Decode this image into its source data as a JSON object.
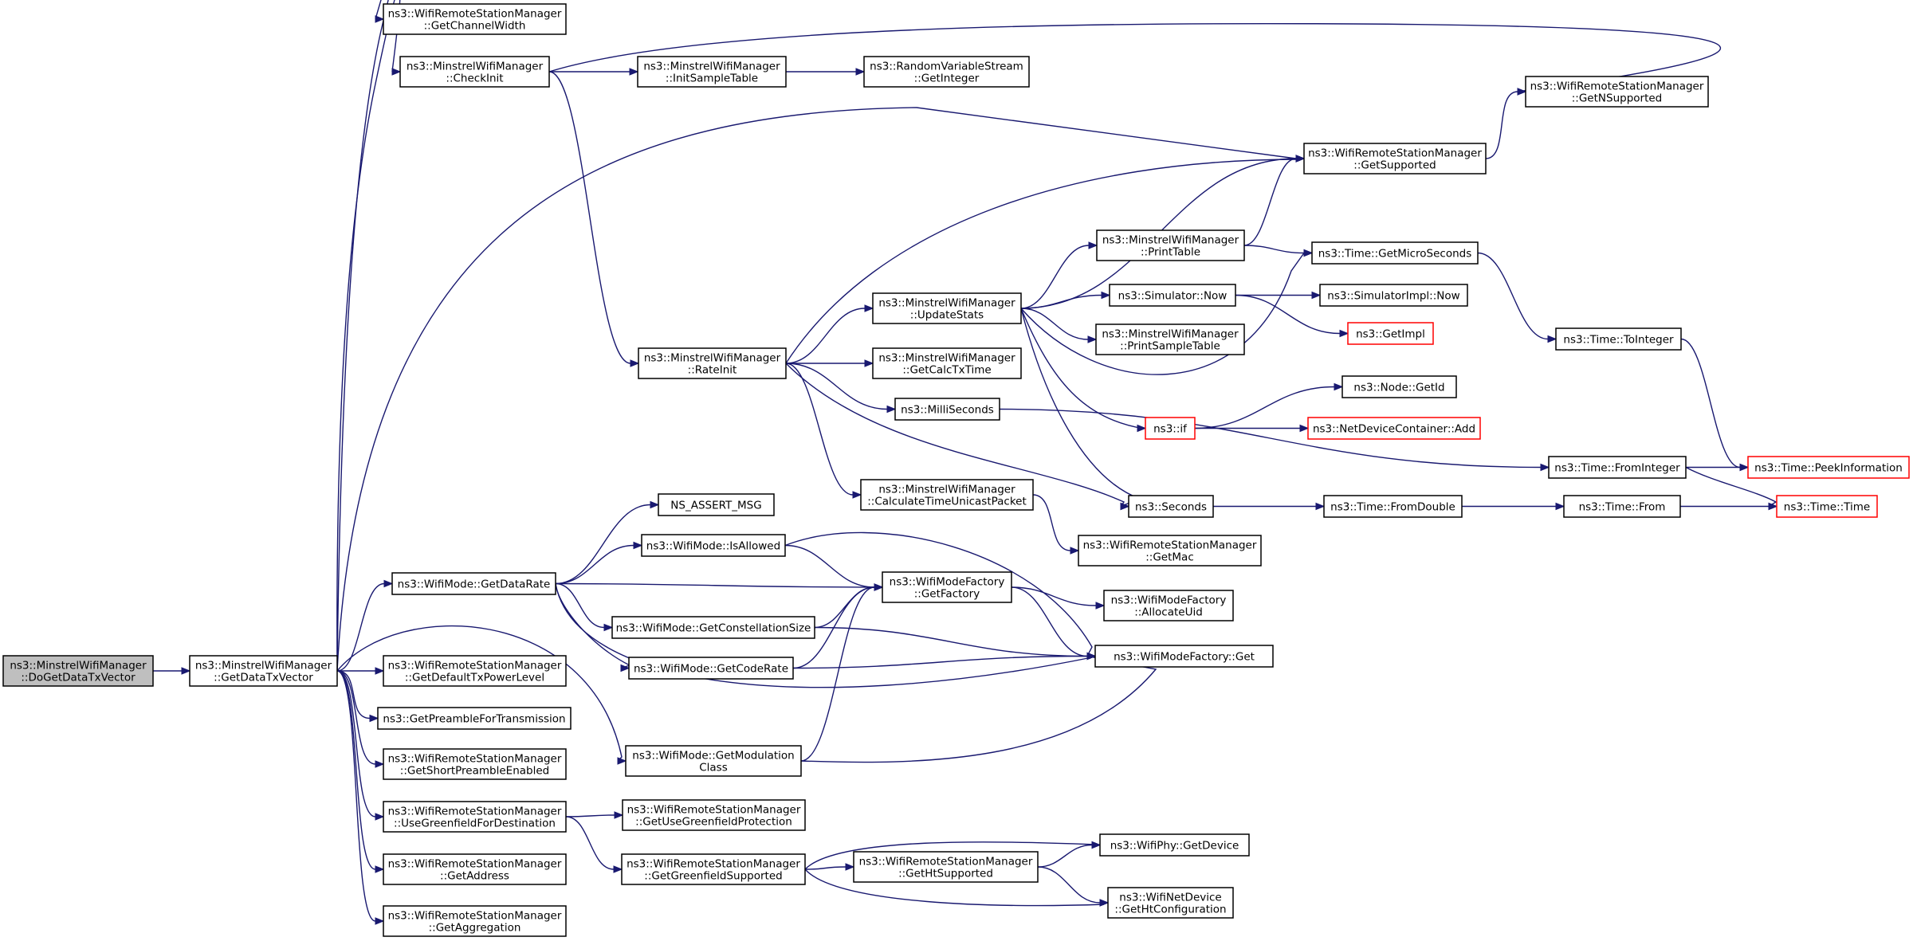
{
  "graph": {
    "title": "",
    "colors": {
      "edge": "#191970",
      "root_fill": "#bfbfbf",
      "node_fill": "#ffffff",
      "node_border": "#000000",
      "truncated_border": "#ff0000"
    },
    "nodes": [
      {
        "id": "root",
        "lines": [
          "ns3::MinstrelWifiManager",
          "::DoGetDataTxVector"
        ],
        "root": true
      },
      {
        "id": "getDataTx",
        "lines": [
          "ns3::MinstrelWifiManager",
          "::GetDataTxVector"
        ]
      },
      {
        "id": "getChanW",
        "lines": [
          "ns3::WifiRemoteStationManager",
          "::GetChannelWidth"
        ]
      },
      {
        "id": "checkInit",
        "lines": [
          "ns3::MinstrelWifiManager",
          "::CheckInit"
        ]
      },
      {
        "id": "initSample",
        "lines": [
          "ns3::MinstrelWifiManager",
          "::InitSampleTable"
        ]
      },
      {
        "id": "randGetInt",
        "lines": [
          "ns3::RandomVariableStream",
          "::GetInteger"
        ]
      },
      {
        "id": "getNSup",
        "lines": [
          "ns3::WifiRemoteStationManager",
          "::GetNSupported"
        ]
      },
      {
        "id": "getSup",
        "lines": [
          "ns3::WifiRemoteStationManager",
          "::GetSupported"
        ]
      },
      {
        "id": "printTable",
        "lines": [
          "ns3::MinstrelWifiManager",
          "::PrintTable"
        ]
      },
      {
        "id": "getMicro",
        "lines": [
          "ns3::Time::GetMicroSeconds"
        ]
      },
      {
        "id": "updStats",
        "lines": [
          "ns3::MinstrelWifiManager",
          "::UpdateStats"
        ]
      },
      {
        "id": "simNow",
        "lines": [
          "ns3::Simulator::Now"
        ]
      },
      {
        "id": "simImplNow",
        "lines": [
          "ns3::SimulatorImpl::Now"
        ]
      },
      {
        "id": "getImpl",
        "lines": [
          "ns3::GetImpl"
        ],
        "truncated": true
      },
      {
        "id": "printSample",
        "lines": [
          "ns3::MinstrelWifiManager",
          "::PrintSampleTable"
        ]
      },
      {
        "id": "toInteger",
        "lines": [
          "ns3::Time::ToInteger"
        ]
      },
      {
        "id": "rateInit",
        "lines": [
          "ns3::MinstrelWifiManager",
          "::RateInit"
        ]
      },
      {
        "id": "calcTx",
        "lines": [
          "ns3::MinstrelWifiManager",
          "::GetCalcTxTime"
        ]
      },
      {
        "id": "nodeGetId",
        "lines": [
          "ns3::Node::GetId"
        ]
      },
      {
        "id": "milli",
        "lines": [
          "ns3::MilliSeconds"
        ]
      },
      {
        "id": "nsif",
        "lines": [
          "ns3::if"
        ],
        "truncated": true
      },
      {
        "id": "ndcAdd",
        "lines": [
          "ns3::NetDeviceContainer::Add"
        ],
        "truncated": true
      },
      {
        "id": "fromInt",
        "lines": [
          "ns3::Time::FromInteger"
        ]
      },
      {
        "id": "peekInfo",
        "lines": [
          "ns3::Time::PeekInformation"
        ],
        "truncated": true
      },
      {
        "id": "calcUni",
        "lines": [
          "ns3::MinstrelWifiManager",
          "::CalculateTimeUnicastPacket"
        ]
      },
      {
        "id": "seconds",
        "lines": [
          "ns3::Seconds"
        ]
      },
      {
        "id": "fromDouble",
        "lines": [
          "ns3::Time::FromDouble"
        ]
      },
      {
        "id": "timeFrom",
        "lines": [
          "ns3::Time::From"
        ]
      },
      {
        "id": "timeTime",
        "lines": [
          "ns3::Time::Time"
        ],
        "truncated": true
      },
      {
        "id": "nsAssert",
        "lines": [
          "NS_ASSERT_MSG"
        ]
      },
      {
        "id": "getMac",
        "lines": [
          "ns3::WifiRemoteStationManager",
          "::GetMac"
        ]
      },
      {
        "id": "isAllowed",
        "lines": [
          "ns3::WifiMode::IsAllowed"
        ]
      },
      {
        "id": "getDataRate",
        "lines": [
          "ns3::WifiMode::GetDataRate"
        ]
      },
      {
        "id": "getFactory",
        "lines": [
          "ns3::WifiModeFactory",
          "::GetFactory"
        ]
      },
      {
        "id": "allocUid",
        "lines": [
          "ns3::WifiModeFactory",
          "::AllocateUid"
        ]
      },
      {
        "id": "getConst",
        "lines": [
          "ns3::WifiMode::GetConstellationSize"
        ]
      },
      {
        "id": "factGet",
        "lines": [
          "ns3::WifiModeFactory::Get"
        ]
      },
      {
        "id": "getCodeRate",
        "lines": [
          "ns3::WifiMode::GetCodeRate"
        ]
      },
      {
        "id": "getDefPow",
        "lines": [
          "ns3::WifiRemoteStationManager",
          "::GetDefaultTxPowerLevel"
        ]
      },
      {
        "id": "getPreamble",
        "lines": [
          "ns3::GetPreambleForTransmission"
        ]
      },
      {
        "id": "getModClass",
        "lines": [
          "ns3::WifiMode::GetModulation",
          "Class"
        ]
      },
      {
        "id": "getShortPre",
        "lines": [
          "ns3::WifiRemoteStationManager",
          "::GetShortPreambleEnabled"
        ]
      },
      {
        "id": "useGreen",
        "lines": [
          "ns3::WifiRemoteStationManager",
          "::UseGreenfieldForDestination"
        ]
      },
      {
        "id": "getUseGreenProt",
        "lines": [
          "ns3::WifiRemoteStationManager",
          "::GetUseGreenfieldProtection"
        ]
      },
      {
        "id": "getGreenSup",
        "lines": [
          "ns3::WifiRemoteStationManager",
          "::GetGreenfieldSupported"
        ]
      },
      {
        "id": "getHtSup",
        "lines": [
          "ns3::WifiRemoteStationManager",
          "::GetHtSupported"
        ]
      },
      {
        "id": "phyGetDev",
        "lines": [
          "ns3::WifiPhy::GetDevice"
        ]
      },
      {
        "id": "getHtConf",
        "lines": [
          "ns3::WifiNetDevice",
          "::GetHtConfiguration"
        ]
      },
      {
        "id": "getAddress",
        "lines": [
          "ns3::WifiRemoteStationManager",
          "::GetAddress"
        ]
      },
      {
        "id": "getAggr",
        "lines": [
          "ns3::WifiRemoteStationManager",
          "::GetAggregation"
        ]
      }
    ],
    "edges": [
      [
        "root",
        "getDataTx"
      ],
      [
        "getDataTx",
        "getChanW"
      ],
      [
        "getDataTx",
        "checkInit"
      ],
      [
        "getDataTx",
        "getSup"
      ],
      [
        "getDataTx",
        "getDataRate"
      ],
      [
        "getDataTx",
        "getModClass"
      ],
      [
        "getDataTx",
        "getDefPow"
      ],
      [
        "getDataTx",
        "getPreamble"
      ],
      [
        "getDataTx",
        "getShortPre"
      ],
      [
        "getDataTx",
        "useGreen"
      ],
      [
        "getDataTx",
        "getAddress"
      ],
      [
        "getDataTx",
        "getAggr"
      ],
      [
        "checkInit",
        "initSample"
      ],
      [
        "checkInit",
        "getNSup"
      ],
      [
        "checkInit",
        "rateInit"
      ],
      [
        "initSample",
        "randGetInt"
      ],
      [
        "getSup",
        "getNSup"
      ],
      [
        "rateInit",
        "getSup"
      ],
      [
        "rateInit",
        "updStats"
      ],
      [
        "rateInit",
        "calcTx"
      ],
      [
        "rateInit",
        "milli"
      ],
      [
        "rateInit",
        "calcUni"
      ],
      [
        "rateInit",
        "seconds"
      ],
      [
        "updStats",
        "getSup"
      ],
      [
        "updStats",
        "printTable"
      ],
      [
        "updStats",
        "simNow"
      ],
      [
        "updStats",
        "printSample"
      ],
      [
        "updStats",
        "getMicro"
      ],
      [
        "updStats",
        "nsif"
      ],
      [
        "updStats",
        "seconds"
      ],
      [
        "printTable",
        "getSup"
      ],
      [
        "printTable",
        "getMicro"
      ],
      [
        "simNow",
        "simImplNow"
      ],
      [
        "simNow",
        "getImpl"
      ],
      [
        "getMicro",
        "toInteger"
      ],
      [
        "toInteger",
        "peekInfo"
      ],
      [
        "nsif",
        "nodeGetId"
      ],
      [
        "nsif",
        "ndcAdd"
      ],
      [
        "milli",
        "fromInt"
      ],
      [
        "fromInt",
        "peekInfo"
      ],
      [
        "fromInt",
        "timeTime"
      ],
      [
        "seconds",
        "fromDouble"
      ],
      [
        "fromDouble",
        "timeFrom"
      ],
      [
        "timeFrom",
        "timeTime"
      ],
      [
        "calcUni",
        "getMac"
      ],
      [
        "getDataRate",
        "nsAssert"
      ],
      [
        "getDataRate",
        "isAllowed"
      ],
      [
        "getDataRate",
        "getFactory"
      ],
      [
        "getDataRate",
        "getConst"
      ],
      [
        "getDataRate",
        "getCodeRate"
      ],
      [
        "getDataRate",
        "factGet"
      ],
      [
        "isAllowed",
        "getFactory"
      ],
      [
        "isAllowed",
        "factGet"
      ],
      [
        "getConst",
        "getFactory"
      ],
      [
        "getConst",
        "factGet"
      ],
      [
        "getCodeRate",
        "getFactory"
      ],
      [
        "getCodeRate",
        "factGet"
      ],
      [
        "getFactory",
        "allocUid"
      ],
      [
        "getFactory",
        "factGet"
      ],
      [
        "getModClass",
        "getFactory"
      ],
      [
        "getModClass",
        "factGet"
      ],
      [
        "useGreen",
        "getUseGreenProt"
      ],
      [
        "useGreen",
        "getGreenSup"
      ],
      [
        "getGreenSup",
        "getHtSup"
      ],
      [
        "getGreenSup",
        "phyGetDev"
      ],
      [
        "getGreenSup",
        "getHtConf"
      ],
      [
        "getHtSup",
        "phyGetDev"
      ],
      [
        "getHtSup",
        "getHtConf"
      ]
    ]
  }
}
